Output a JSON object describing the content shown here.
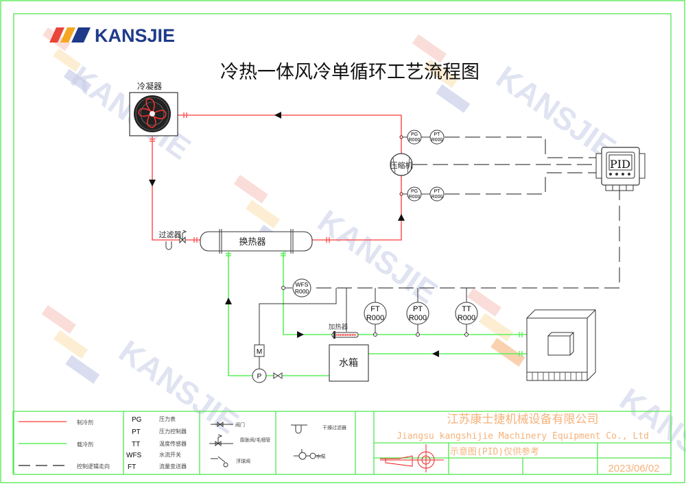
{
  "logo": {
    "text": "KANSJIE",
    "color": "#1e3a8a"
  },
  "watermark": "KANSJIE",
  "title": "冷热一体风冷单循环工艺流程图",
  "equipment": {
    "condenser": "冷凝器",
    "compressor": "压缩机",
    "heat_exchanger": "换热器",
    "filter": "过滤器",
    "heater": "加热器",
    "water_tank": "水箱",
    "controller": "PID",
    "motor": "M",
    "pump": "P"
  },
  "instruments": {
    "pg_top": {
      "tag": "PG",
      "code": "R000"
    },
    "pt_top": {
      "tag": "PT",
      "code": "R000"
    },
    "pg_bottom": {
      "tag": "PG",
      "code": "R000"
    },
    "pt_bottom": {
      "tag": "PT",
      "code": "R000"
    },
    "wfs": {
      "tag": "WFS",
      "code": "R000"
    },
    "ft": {
      "tag": "FT",
      "code": "R000"
    },
    "pt": {
      "tag": "PT",
      "code": "R000"
    },
    "tt": {
      "tag": "TT",
      "code": "R000"
    }
  },
  "legend": {
    "lines": [
      {
        "label": "制冷剂",
        "color": "#ff5a5a"
      },
      {
        "label": "载冷剂",
        "color": "#5af05a"
      },
      {
        "label": "控制逻辑走向",
        "color": "#444444"
      }
    ],
    "abbreviations": [
      {
        "code": "PG",
        "meaning": "压力表"
      },
      {
        "code": "PT",
        "meaning": "压力控制器"
      },
      {
        "code": "TT",
        "meaning": "温度传感器"
      },
      {
        "code": "WFS",
        "meaning": "水流开关"
      },
      {
        "code": "FT",
        "meaning": "流量变送器"
      }
    ],
    "symbols": [
      {
        "label": "阀门"
      },
      {
        "label": "膨胀阀/毛细管"
      },
      {
        "label": "浮球阀"
      },
      {
        "label": "干燥过滤器"
      },
      {
        "label": "水泵"
      }
    ]
  },
  "title_block": {
    "company_cn": "江苏康士捷机械设备有限公司",
    "company_en": "Jiangsu kangshijie Machinery Equipment Co., Ltd",
    "note": "示意图(PID)仅供参考",
    "date": "2023/06/02"
  }
}
